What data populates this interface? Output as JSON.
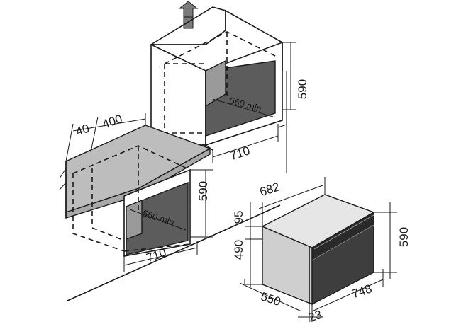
{
  "colors": {
    "line": "#1a1a1a",
    "panel_gray": "#bdbdbd",
    "opening_dark": "#5c5c5c",
    "oven_front": "#3e3e3e",
    "oven_side": "#d9d9d9"
  },
  "tall_cabinet": {
    "height_label": "590",
    "width_label": "710",
    "depth_label": "560 min",
    "arrow_icon": "up-arrow-icon"
  },
  "under_counter": {
    "gap_label": "40",
    "depth_label": "400",
    "height_label": "590",
    "width_label": "710",
    "min_depth_label": "560 min"
  },
  "oven": {
    "depth_label": "682",
    "top_label": "95",
    "body_label": "490",
    "height_label": "590",
    "width_label": "748",
    "front_depth_label": "550",
    "door_label": "23"
  }
}
